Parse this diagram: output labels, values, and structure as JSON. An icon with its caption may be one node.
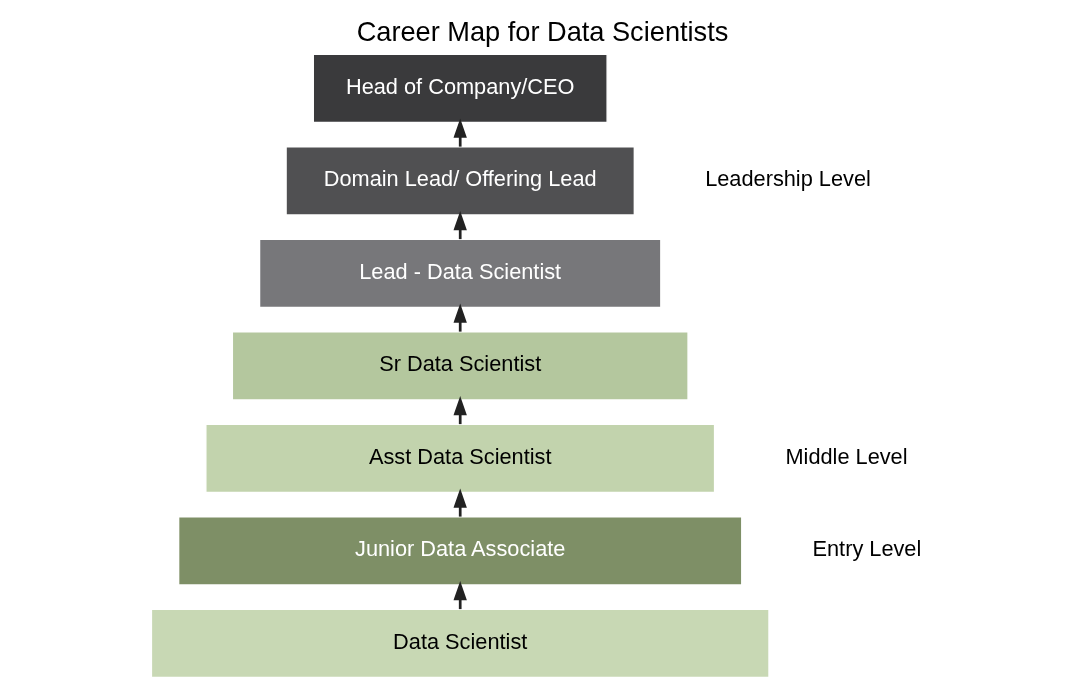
{
  "diagram": {
    "title": "Career Map for Data Scientists",
    "nodes": [
      {
        "text": [
          "Head of Company/CEO"
        ]
      },
      {
        "text": [
          "Domain Lead/ Offering Lead"
        ]
      },
      {
        "text": [
          "Lead - Data Scientist"
        ]
      },
      {
        "text": [
          "Sr Data Scientist"
        ]
      },
      {
        "text": [
          "Asst Data Scientist"
        ]
      },
      {
        "text": [
          "Junior Data Associate"
        ]
      },
      {
        "text": [
          "Data Scientist"
        ]
      }
    ],
    "edges": [
      {
        "from": 6,
        "to": 5,
        "arrow": "to"
      },
      {
        "from": 5,
        "to": 4,
        "arrow": "to"
      },
      {
        "from": 4,
        "to": 3,
        "arrow": "to"
      },
      {
        "from": 3,
        "to": 2,
        "arrow": "to"
      },
      {
        "from": 2,
        "to": 1,
        "arrow": "to"
      },
      {
        "from": 1,
        "to": 0,
        "arrow": "to"
      }
    ],
    "labels": [
      "Leadership Level",
      "Middle Level",
      "Entry Level"
    ]
  }
}
